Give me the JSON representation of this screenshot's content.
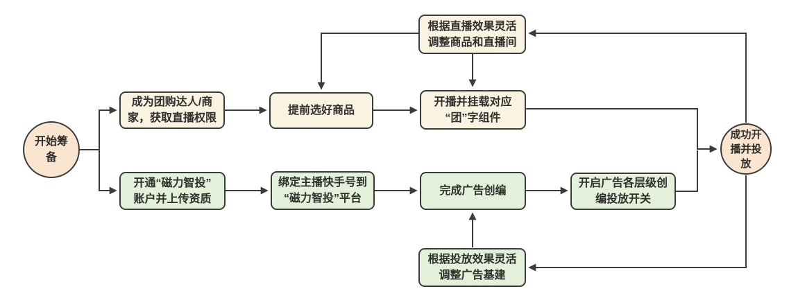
{
  "colors": {
    "background": "#ffffff",
    "cream": "#faf3e2",
    "green": "#e3f1da",
    "peach": "#fae5d1",
    "line": "#3b3b38",
    "text": "#2e2e2b"
  },
  "nodes": {
    "start": {
      "label": "开始筹\n备"
    },
    "become": {
      "label": "成为团购达人/商\n家，获取直播权限"
    },
    "select": {
      "label": "提前选好商品"
    },
    "golive": {
      "label": "开播并挂载对应\n“团”字组件"
    },
    "adjust_live": {
      "label": "根据直播效果灵活\n调整商品和直播间"
    },
    "open_account": {
      "label": "开通“磁力智投”\n账户并上传资质"
    },
    "bind": {
      "label": "绑定主播快手号到\n“磁力智投”平台"
    },
    "create_ad": {
      "label": "完成广告创编"
    },
    "enable": {
      "label": "开启广告各层级创\n编投放开关"
    },
    "adjust_ad": {
      "label": "根据投放效果灵活\n调整广告基建"
    },
    "end": {
      "label": "成功开\n播并投\n放"
    }
  },
  "edges": [
    {
      "from": "start",
      "to": "become"
    },
    {
      "from": "start",
      "to": "open_account"
    },
    {
      "from": "become",
      "to": "select"
    },
    {
      "from": "select",
      "to": "golive"
    },
    {
      "from": "golive",
      "to": "end"
    },
    {
      "from": "enable",
      "to": "end"
    },
    {
      "from": "end",
      "to": "adjust_live"
    },
    {
      "from": "adjust_live",
      "to": "select"
    },
    {
      "from": "adjust_live",
      "to": "golive"
    },
    {
      "from": "end",
      "to": "adjust_ad"
    },
    {
      "from": "adjust_ad",
      "to": "create_ad"
    },
    {
      "from": "open_account",
      "to": "bind"
    },
    {
      "from": "bind",
      "to": "create_ad"
    },
    {
      "from": "create_ad",
      "to": "enable"
    }
  ]
}
